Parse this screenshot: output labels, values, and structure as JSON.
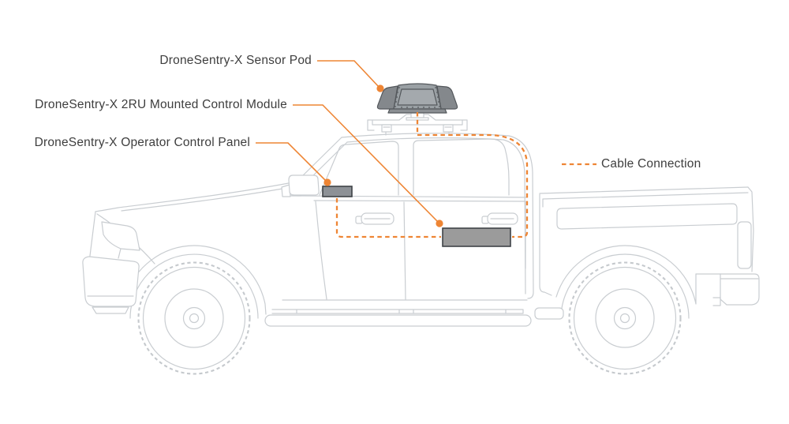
{
  "diagram": {
    "title_context": "DroneSentry-X vehicle installation diagram",
    "labels": {
      "sensor_pod": "DroneSentry-X Sensor Pod",
      "control_module": "DroneSentry-X 2RU Mounted Control Module",
      "operator_panel": "DroneSentry-X Operator Control Panel"
    },
    "legend": {
      "cable_connection": "Cable Connection"
    },
    "colors": {
      "accent_orange": "#EE8534",
      "truck_line_gray": "#C9CDD1",
      "component_fill_gray": "#9B9B9B",
      "pod_fill_gray": "#9AA0A4",
      "text_gray": "#3E3E3E",
      "background": "#FFFFFF"
    },
    "icons": [
      "cable-dash-legend-icon",
      "leader-dot-icon"
    ]
  }
}
